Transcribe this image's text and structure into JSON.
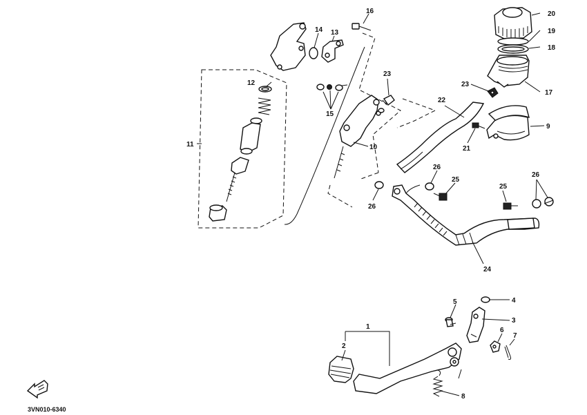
{
  "callouts": {
    "c1": "1",
    "c2": "2",
    "c3": "3",
    "c4": "4",
    "c5": "5",
    "c6": "6",
    "c7": "7",
    "c8": "8",
    "c9": "9",
    "c10": "10",
    "c11": "11",
    "c12": "12",
    "c13": "13",
    "c14": "14",
    "c15": "15",
    "c16": "16",
    "c17": "17",
    "c18": "18",
    "c19": "19",
    "c20": "20",
    "c21": "21",
    "c22": "22",
    "c23a": "23",
    "c23b": "23",
    "c24": "24",
    "c25a": "25",
    "c25b": "25",
    "c26a": "26",
    "c26b": "26",
    "c26c": "26"
  },
  "figure_code": "3VN010-6340",
  "icons": {
    "front": "front-arrow-icon"
  }
}
